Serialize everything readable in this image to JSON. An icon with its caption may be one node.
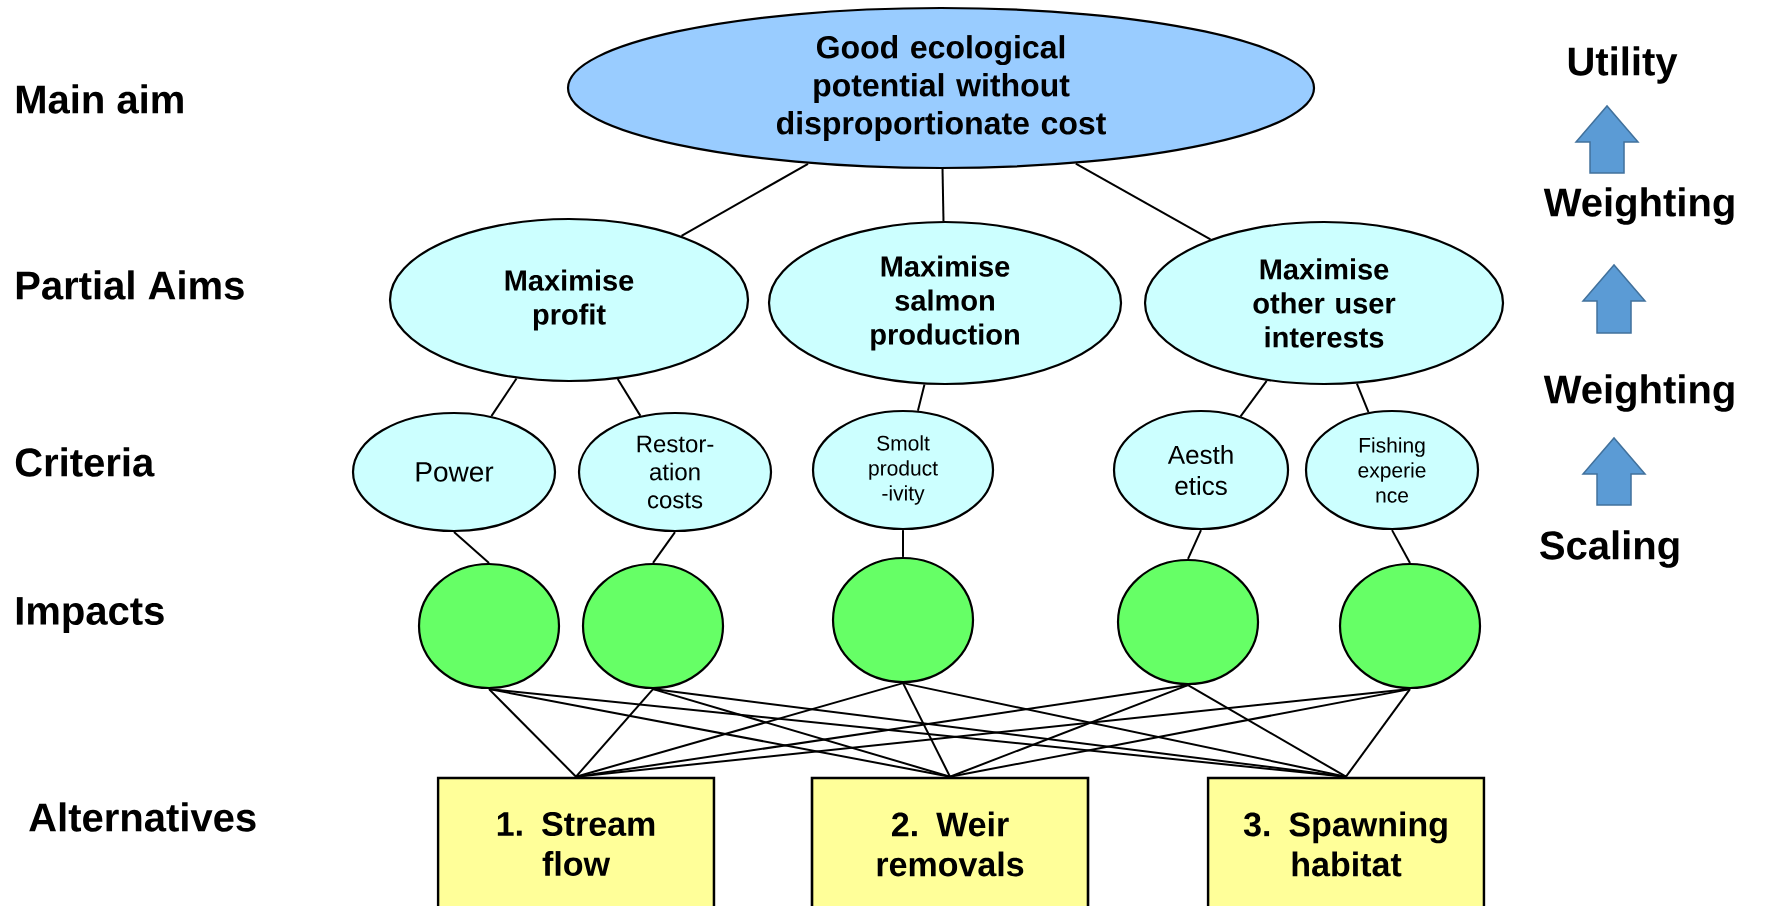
{
  "diagram": {
    "nodes": [
      {
        "text": [
          "Good ecological potential without disproportionate cost"
        ]
      },
      {
        "text": [
          "Maximise profit"
        ]
      },
      {
        "text": [
          "Maximise salmon production"
        ]
      },
      {
        "text": [
          "Maximise other user interests"
        ]
      },
      {
        "text": [
          "Power"
        ]
      },
      {
        "text": [
          "Restor- ation costs"
        ]
      },
      {
        "text": [
          "Smolt product -ivity"
        ]
      },
      {
        "text": [
          "Aesth etics"
        ]
      },
      {
        "text": [
          "Fishing experie nce"
        ]
      },
      {
        "text": [],
        "shape": "circle"
      },
      {
        "text": [],
        "shape": "circle"
      },
      {
        "text": [],
        "shape": "circle"
      },
      {
        "text": [],
        "shape": "circle"
      },
      {
        "text": [],
        "shape": "circle"
      },
      {
        "text": [
          "1. Stream flow"
        ]
      },
      {
        "text": [
          "2. Weir removals"
        ]
      },
      {
        "text": [
          "3. Spawning habitat"
        ]
      }
    ],
    "edges": [
      {
        "from": 0,
        "to": 1,
        "arrow": "none"
      },
      {
        "from": 0,
        "to": 2,
        "arrow": "none"
      },
      {
        "from": 0,
        "to": 3,
        "arrow": "none"
      },
      {
        "from": 1,
        "to": 4,
        "arrow": "none"
      },
      {
        "from": 1,
        "to": 5,
        "arrow": "none"
      },
      {
        "from": 2,
        "to": 6,
        "arrow": "none"
      },
      {
        "from": 3,
        "to": 7,
        "arrow": "none"
      },
      {
        "from": 3,
        "to": 8,
        "arrow": "none"
      },
      {
        "from": 4,
        "to": 9,
        "arrow": "none"
      },
      {
        "from": 5,
        "to": 10,
        "arrow": "none"
      },
      {
        "from": 6,
        "to": 11,
        "arrow": "none"
      },
      {
        "from": 7,
        "to": 12,
        "arrow": "none"
      },
      {
        "from": 8,
        "to": 13,
        "arrow": "none"
      },
      {
        "from": 9,
        "to": 14,
        "arrow": "none"
      },
      {
        "from": 9,
        "to": 15,
        "arrow": "none"
      },
      {
        "from": 9,
        "to": 16,
        "arrow": "none"
      },
      {
        "from": 10,
        "to": 14,
        "arrow": "none"
      },
      {
        "from": 10,
        "to": 15,
        "arrow": "none"
      },
      {
        "from": 10,
        "to": 16,
        "arrow": "none"
      },
      {
        "from": 11,
        "to": 14,
        "arrow": "none"
      },
      {
        "from": 11,
        "to": 15,
        "arrow": "none"
      },
      {
        "from": 11,
        "to": 16,
        "arrow": "none"
      },
      {
        "from": 12,
        "to": 14,
        "arrow": "none"
      },
      {
        "from": 12,
        "to": 15,
        "arrow": "none"
      },
      {
        "from": 12,
        "to": 16,
        "arrow": "none"
      },
      {
        "from": 13,
        "to": 14,
        "arrow": "none"
      },
      {
        "from": 13,
        "to": 15,
        "arrow": "none"
      },
      {
        "from": 13,
        "to": 16,
        "arrow": "none"
      }
    ],
    "labels": [
      "Main aim",
      "Utility",
      "Weighting",
      "Partial Aims",
      "Weighting",
      "Criteria",
      "Scaling",
      "Impacts",
      "Alternatives"
    ]
  }
}
